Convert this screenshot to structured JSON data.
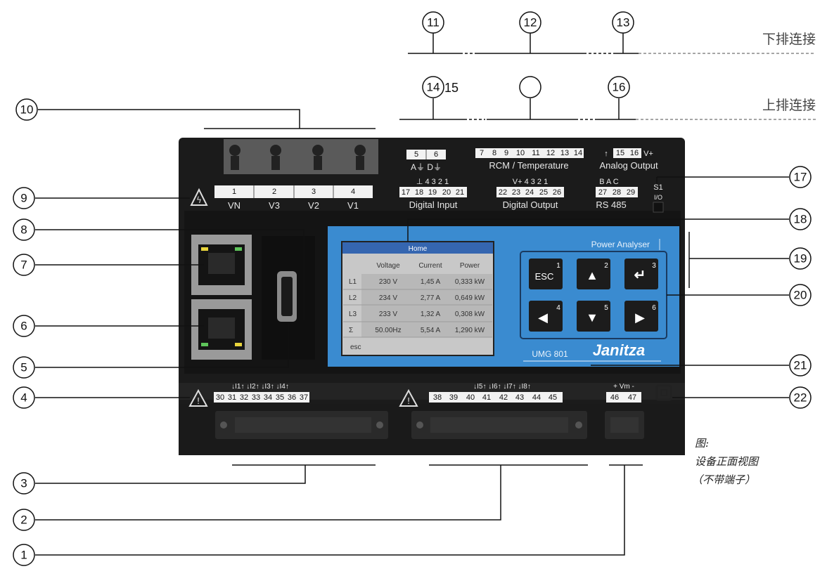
{
  "side_labels": {
    "lower_row": "下排连接",
    "upper_row": "上排连接"
  },
  "caption": {
    "line1": "图:",
    "line2": "设备正面视图",
    "line3": "（不带端子）"
  },
  "callouts": [
    "1",
    "2",
    "3",
    "4",
    "5",
    "6",
    "7",
    "8",
    "9",
    "10",
    "11",
    "12",
    "13",
    "14",
    "16",
    "17",
    "18",
    "19",
    "20",
    "21",
    "22"
  ],
  "callout_extra": "15",
  "top_terminals": {
    "ground_nums": [
      "5",
      "6"
    ],
    "ground_label": "A⏚  D⏚",
    "rcm_nums": [
      "7",
      "8",
      "9",
      "10",
      "11",
      "12",
      "13",
      "14"
    ],
    "rcm_label": "RCM / Temperature",
    "analog_nums": [
      "15",
      "16"
    ],
    "analog_prefix": "↑",
    "analog_suffix": "V+",
    "analog_label": "Analog Output",
    "voltage_nums": [
      "1",
      "2",
      "3",
      "4"
    ],
    "voltage_labels": [
      "VN",
      "V3",
      "V2",
      "V1"
    ],
    "din_top": "⊥ 4  3  2  1",
    "din_nums": [
      "17",
      "18",
      "19",
      "20",
      "21"
    ],
    "din_label": "Digital Input",
    "dout_top": "V+ 4  3  2  1",
    "dout_nums": [
      "22",
      "23",
      "24",
      "25",
      "26"
    ],
    "dout_label": "Digital Output",
    "rs_top": "B  A  C",
    "rs_nums": [
      "27",
      "28",
      "29"
    ],
    "rs_label": "RS 485",
    "switch_label": "S1",
    "switch_sub": "I/O"
  },
  "bottom_terminals": {
    "i1_4_top": "↓I1↑ ↓I2↑ ↓I3↑ ↓I4↑",
    "i1_4_nums": [
      "30",
      "31",
      "32",
      "33",
      "34",
      "35",
      "36",
      "37"
    ],
    "i5_8_top": "↓I5↑ ↓I6↑ ↓I7↑ ↓I8↑",
    "i5_8_nums": [
      "38",
      "39",
      "40",
      "41",
      "42",
      "43",
      "44",
      "45"
    ],
    "aux_top": "+  Vm  -",
    "aux_nums": [
      "46",
      "47"
    ]
  },
  "screen": {
    "title": "Home",
    "headers": [
      "Voltage",
      "Current",
      "Power"
    ],
    "rows": [
      {
        "label": "L1",
        "v": "230 V",
        "c": "1,45 A",
        "p": "0,333 kW"
      },
      {
        "label": "L2",
        "v": "234 V",
        "c": "2,77 A",
        "p": "0,649 kW"
      },
      {
        "label": "L3",
        "v": "233 V",
        "c": "1,32 A",
        "p": "0,308 kW"
      },
      {
        "label": "Σ",
        "v": "50.00Hz",
        "c": "5,54 A",
        "p": "1,290 kW"
      }
    ],
    "footer": "esc"
  },
  "panel": {
    "title": "Power Analyser",
    "model": "UMG 801",
    "brand": "Janitza",
    "keys": [
      {
        "glyph": "ESC",
        "num": "1"
      },
      {
        "glyph": "▲",
        "num": "2"
      },
      {
        "glyph": "↵",
        "num": "3"
      },
      {
        "glyph": "◀",
        "num": "4"
      },
      {
        "glyph": "▼",
        "num": "5"
      },
      {
        "glyph": "▶",
        "num": "6"
      }
    ]
  },
  "colors": {
    "device": "#1e1e1e",
    "panel": "#3a8bd0",
    "screen": "#c8c8c8",
    "screen_header": "#3566b0"
  }
}
